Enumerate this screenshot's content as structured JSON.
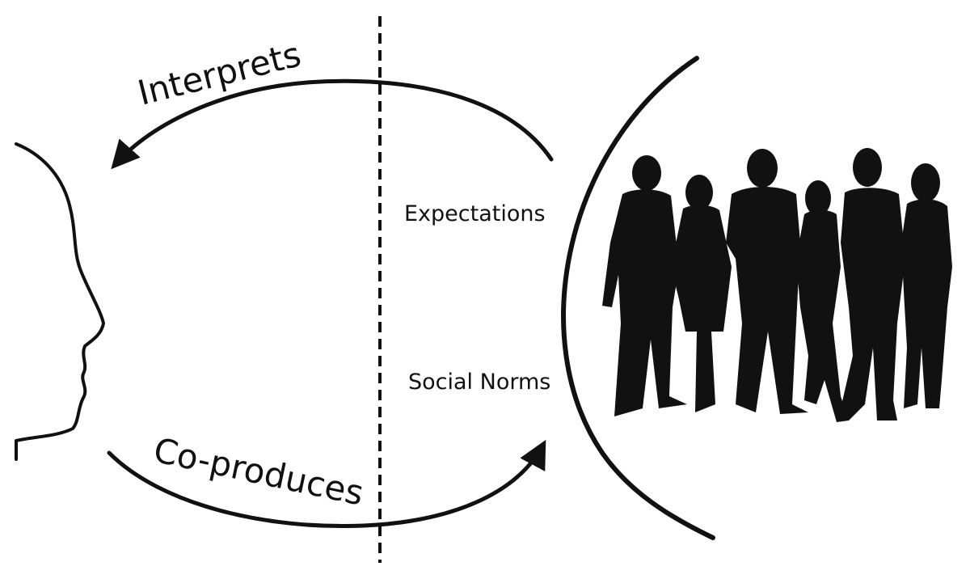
{
  "diagram": {
    "labels": {
      "interprets": "Interprets",
      "co_produces": "Co-produces",
      "expectations": "Expectations",
      "social_norms": "Social Norms"
    },
    "icons": {
      "head": "head-profile-icon",
      "group": "group-of-people-icon"
    },
    "colors": {
      "ink": "#111111",
      "background": "#ffffff"
    }
  }
}
